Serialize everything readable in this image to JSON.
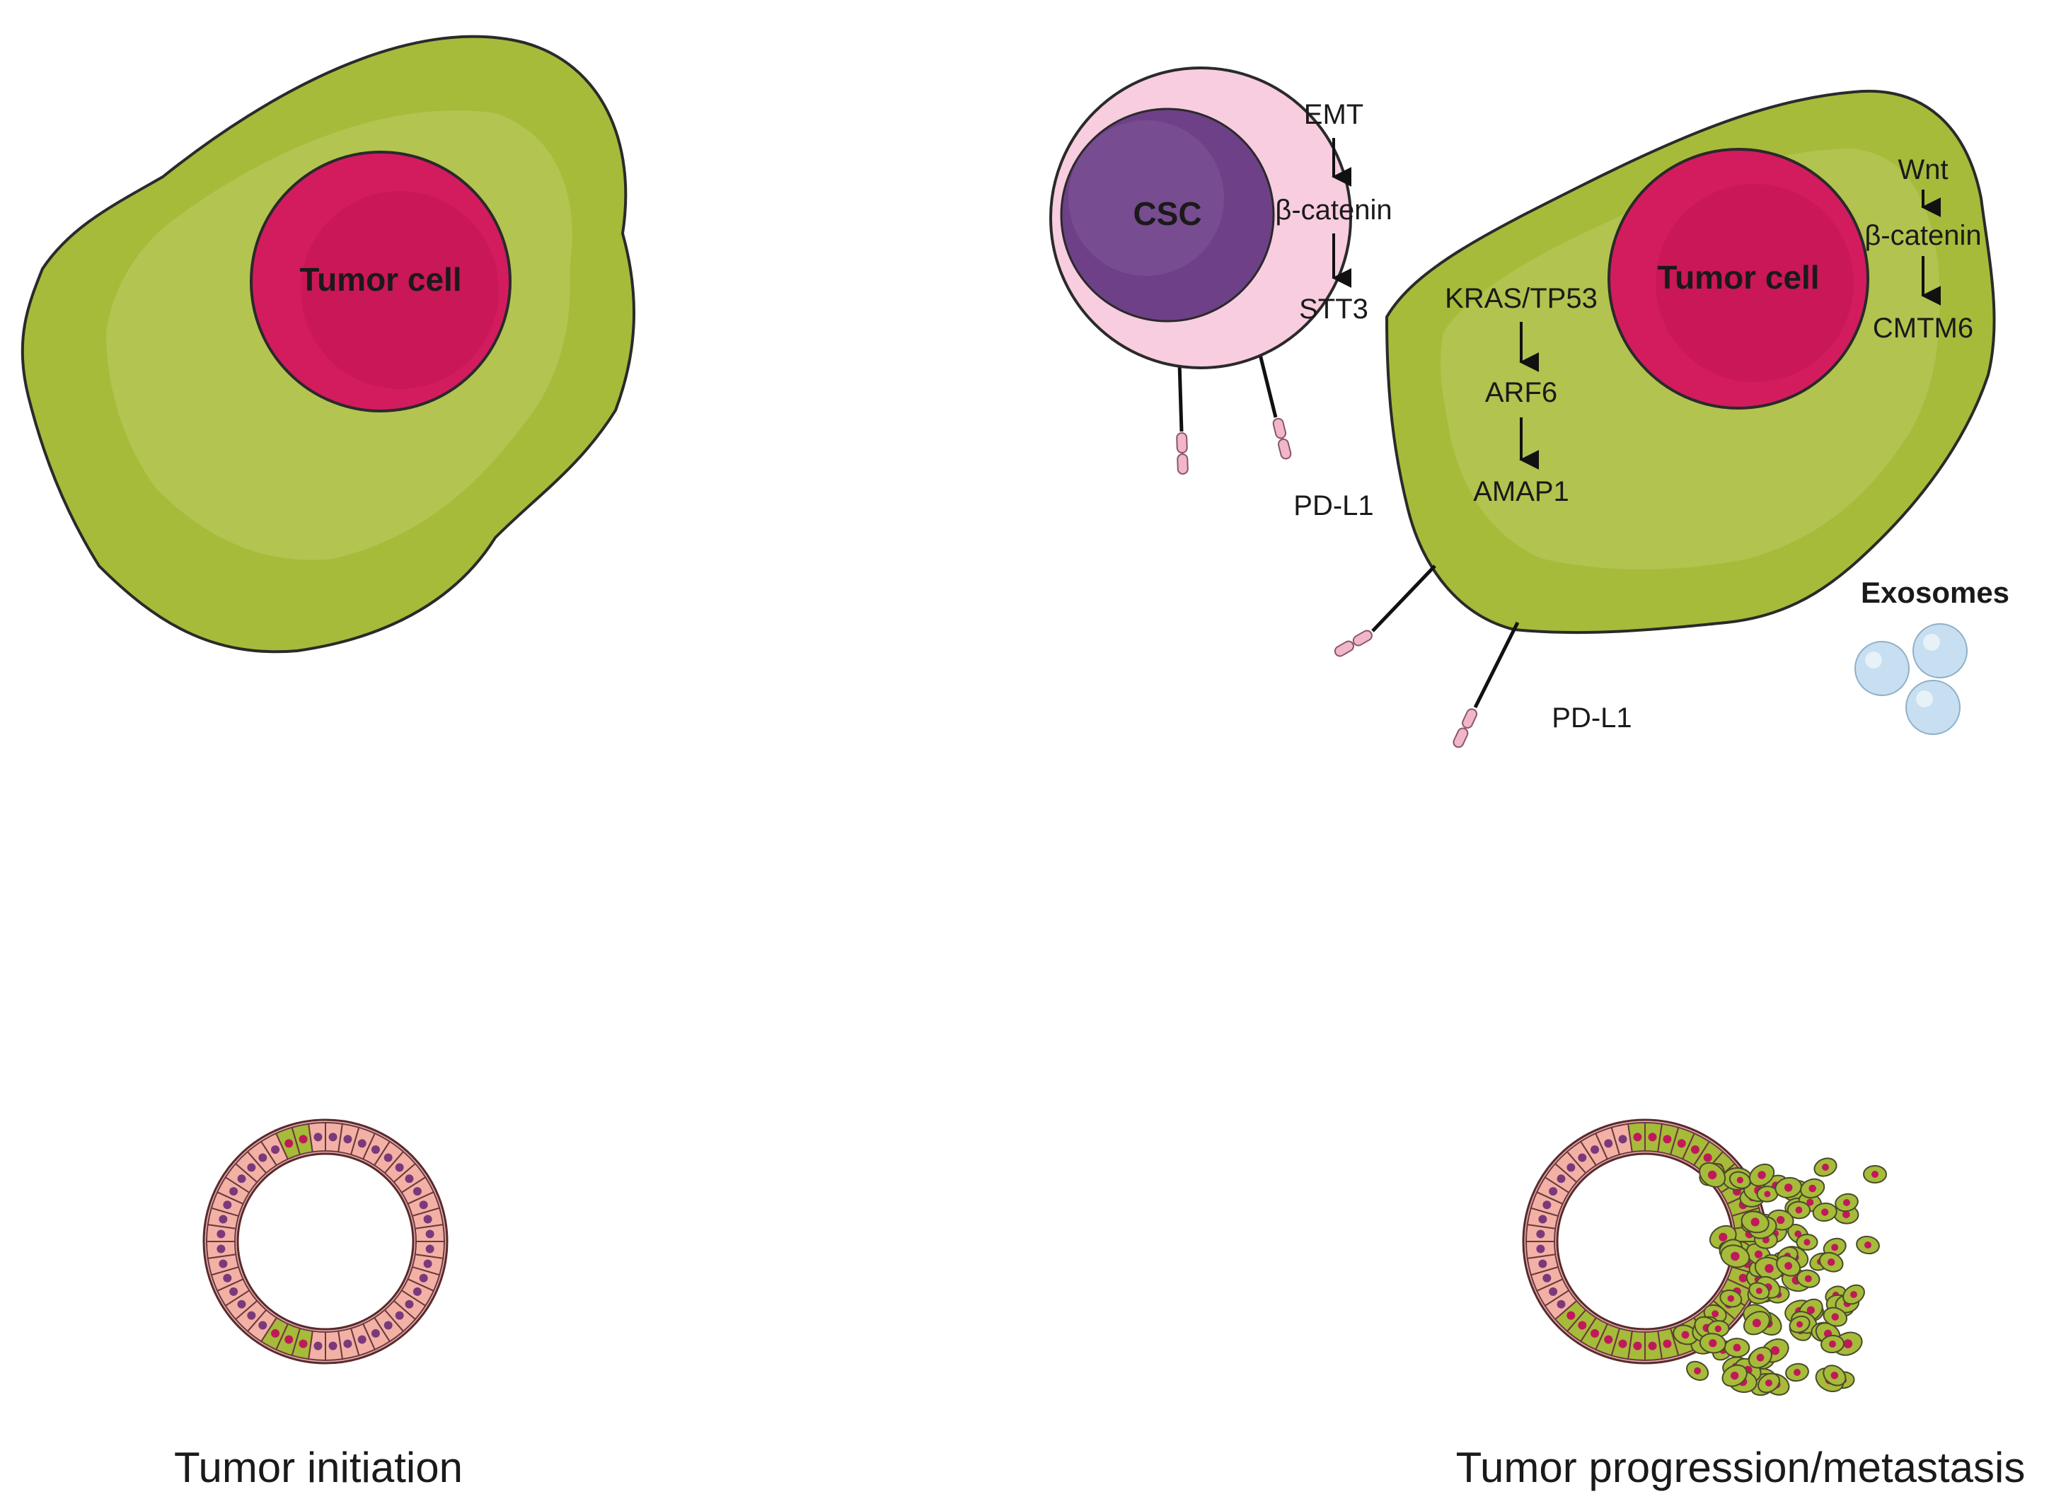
{
  "left_panel": {
    "cell_label": "Tumor cell",
    "caption": "Tumor initiation"
  },
  "right_panel": {
    "csc_label": "CSC",
    "csc_pathway": [
      "EMT",
      "β-catenin",
      "STT3"
    ],
    "csc_receptor_label": "PD-L1",
    "tumor_cell_label": "Tumor cell",
    "kras_pathway": [
      "KRAS/TP53",
      "ARF6",
      "AMAP1"
    ],
    "wnt_pathway": [
      "Wnt",
      "β-catenin",
      "CMTM6"
    ],
    "exosomes_label": "Exosomes",
    "tumor_receptor_label": "PD-L1",
    "caption": "Tumor progression/metastasis"
  },
  "colors": {
    "cell_body": "#a6bb3a",
    "cell_highlight": "#bdcc64",
    "nucleus": "#d21c5e",
    "csc_outer": "#f8cde0",
    "csc_inner": "#6e4088",
    "exosome": "#c7dff0",
    "receptor": "#f1b6cc"
  }
}
